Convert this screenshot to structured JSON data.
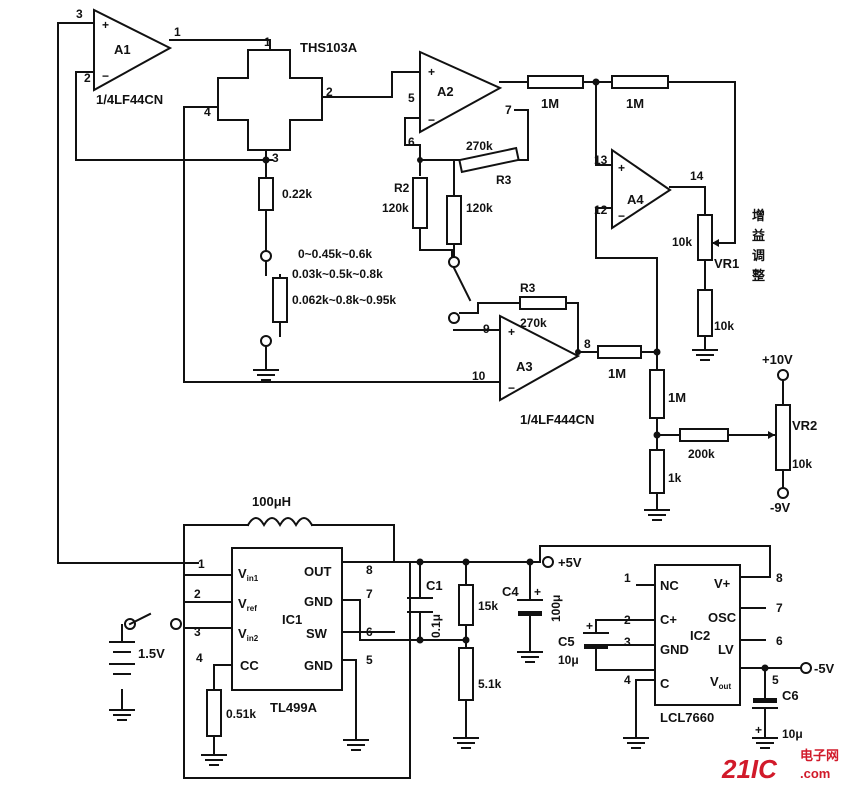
{
  "diagram": {
    "opamps": {
      "a1": {
        "name": "A1",
        "part": "1/4LF44CN",
        "pins": [
          "3",
          "1",
          "2"
        ]
      },
      "a2": {
        "name": "A2",
        "pins": [
          "5",
          "7",
          "6"
        ]
      },
      "a3": {
        "name": "A3",
        "part": "1/4LF444CN",
        "pins": [
          "9",
          "8",
          "10"
        ]
      },
      "a4": {
        "name": "A4",
        "pins": [
          "13",
          "14",
          "12"
        ]
      }
    },
    "sensor": {
      "name": "THS103A",
      "pins": [
        "1",
        "2",
        "3",
        "4"
      ]
    },
    "resistors": {
      "r022": "0.22k",
      "ranges": [
        "0~0.45k~0.6k",
        "0.03k~0.5k~0.8k",
        "0.062k~0.8k~0.95k"
      ],
      "r2_name": "R2",
      "r2_val": "120k",
      "r120": "120k",
      "r3_top_name": "R3",
      "r3_top_val": "270k",
      "r3_bot_name": "R3",
      "r3_bot_val": "270k",
      "r1m_a": "1M",
      "r1m_b": "1M",
      "r1m_c": "1M",
      "r1m_d": "1M",
      "vr1_val": "10k",
      "vr1_name": "VR1",
      "r10k": "10k",
      "r200k": "200k",
      "vr2_name": "VR2",
      "vr2_val": "10k",
      "r1k": "1k",
      "r051": "0.51k",
      "r15k": "15k",
      "r51k": "5.1k"
    },
    "gain_label": [
      "增",
      "益",
      "调",
      "整"
    ],
    "supplies": {
      "plus10": "+10V",
      "minus9": "-9V",
      "plus5": "+5V",
      "minus5": "-5V",
      "batt": "1.5V"
    },
    "inductor": "100μH",
    "ic1": {
      "name": "IC1",
      "part": "TL499A",
      "left_pins": [
        {
          "num": "1",
          "main": "V",
          "sub": "in1"
        },
        {
          "num": "2",
          "main": "V",
          "sub": "ref"
        },
        {
          "num": "3",
          "main": "V",
          "sub": "in2"
        },
        {
          "num": "4",
          "main": "CC",
          "sub": ""
        }
      ],
      "right_pins": [
        {
          "num": "8",
          "label": "OUT"
        },
        {
          "num": "7",
          "label": "GND"
        },
        {
          "num": "6",
          "label": "SW"
        },
        {
          "num": "5",
          "label": "GND"
        }
      ]
    },
    "caps": {
      "c1_name": "C1",
      "c1_val": "0.1μ",
      "c4_name": "C4",
      "c4_val": "100μ",
      "c5_name": "C5",
      "c5_val": "10μ",
      "c6_name": "C6",
      "c6_val": "10μ"
    },
    "ic2": {
      "name": "IC2",
      "part": "LCL7660",
      "left_pins": [
        {
          "num": "1",
          "label": "NC"
        },
        {
          "num": "2",
          "label": "C+"
        },
        {
          "num": "3",
          "label": "GND"
        },
        {
          "num": "4",
          "label": "C"
        }
      ],
      "right_pins": [
        {
          "num": "8",
          "label": "V+"
        },
        {
          "num": "7",
          "label": "OSC"
        },
        {
          "num": "6",
          "label": "LV"
        },
        {
          "num": "5",
          "main": "V",
          "sub": "out"
        }
      ]
    },
    "watermark": {
      "main": "21IC",
      "sub": "电子网",
      "com": ".com"
    }
  }
}
